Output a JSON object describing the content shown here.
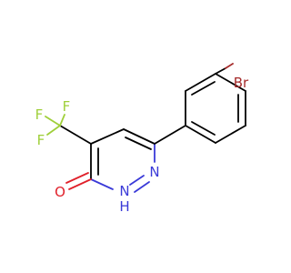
{
  "molecule": {
    "atoms": {
      "br": {
        "label": "Br",
        "color": "#a52a2a"
      },
      "f1": {
        "label": "F",
        "color": "#9fcf3a"
      },
      "f2": {
        "label": "F",
        "color": "#9fcf3a"
      },
      "f3": {
        "label": "F",
        "color": "#9fcf3a"
      },
      "o": {
        "label": "O",
        "color": "#e0202a"
      },
      "n1": {
        "label": "N",
        "color": "#3a3ad8"
      },
      "n2": {
        "label": "N",
        "color": "#3a3ad8"
      },
      "h": {
        "label": "H",
        "color": "#3a3ad8"
      }
    }
  }
}
